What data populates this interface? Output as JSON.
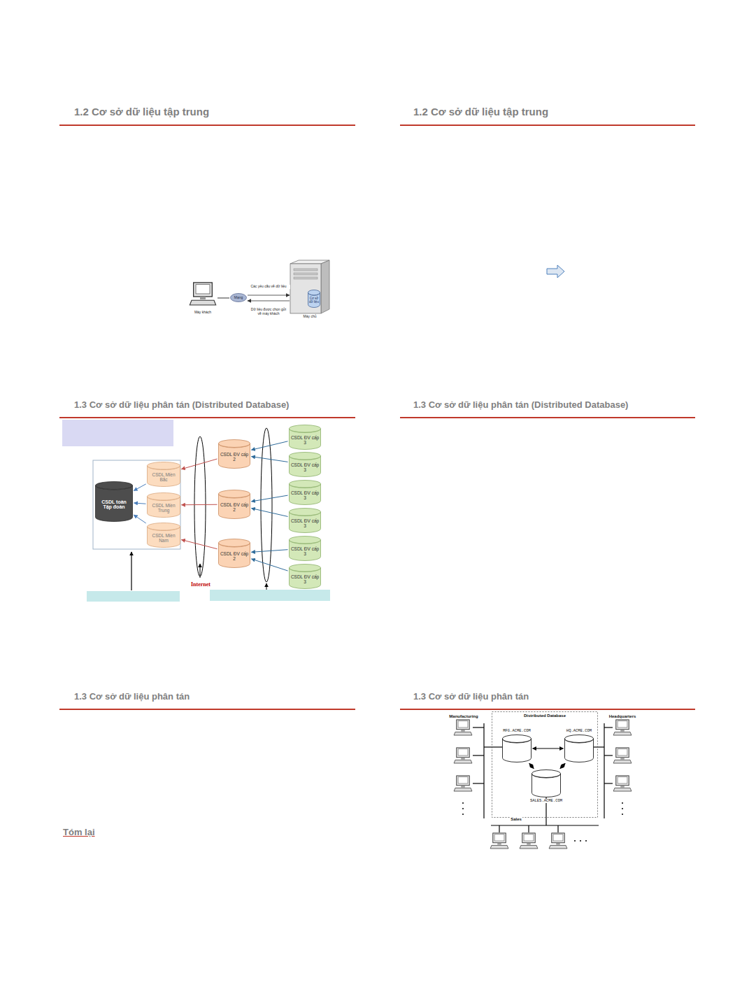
{
  "diagram": {
    "nodes": [
      {
        "text": [
          "Máy khách"
        ]
      },
      {
        "text": [
          "Mạng"
        ]
      },
      {
        "text": [
          "Máy chủ"
        ]
      },
      {
        "text": [
          "Cơ sở dữ liệu"
        ],
        "in": 2
      },
      {
        "text": [
          "CSDL toàn Tập đoàn"
        ]
      },
      {
        "text": [
          "CSDL Miền Bắc"
        ]
      },
      {
        "text": [
          "CSDL Miền Trung"
        ]
      },
      {
        "text": [
          "CSDL Miền Nam"
        ]
      },
      {
        "text": [
          "CSDL ĐV cấp 2"
        ]
      },
      {
        "text": [
          "CSDL ĐV cấp 2"
        ]
      },
      {
        "text": [
          "CSDL ĐV cấp 2"
        ]
      },
      {
        "text": [
          "CSDL ĐV cấp 3"
        ]
      },
      {
        "text": [
          "CSDL ĐV cấp 3"
        ]
      },
      {
        "text": [
          "CSDL ĐV cấp 3"
        ]
      },
      {
        "text": [
          "CSDL ĐV cấp 3"
        ]
      },
      {
        "text": [
          "CSDL ĐV cấp 3"
        ]
      },
      {
        "text": [
          "CSDL ĐV cấp 3"
        ]
      },
      {
        "text": [
          "Distributed Database"
        ]
      },
      {
        "text": [
          "MFG.ACME.COM"
        ],
        "in": 17
      },
      {
        "text": [
          "HQ.ACME.COM"
        ],
        "in": 17
      },
      {
        "text": [
          "SALES.ACME.COM"
        ],
        "in": 17
      }
    ],
    "edges": [
      {
        "from": 0,
        "to": 1,
        "arrow": "none"
      },
      {
        "from": 1,
        "to": 2,
        "arrow": "to",
        "label": "Các yêu cầu về dữ liệu"
      },
      {
        "from": 2,
        "to": 1,
        "arrow": "to",
        "label": "Dữ liệu được chọn gửi về máy khách"
      },
      {
        "from": 5,
        "to": 4,
        "arrow": "to"
      },
      {
        "from": 6,
        "to": 4,
        "arrow": "to"
      },
      {
        "from": 7,
        "to": 4,
        "arrow": "to"
      },
      {
        "from": 8,
        "to": 5,
        "arrow": "to"
      },
      {
        "from": 9,
        "to": 6,
        "arrow": "to"
      },
      {
        "from": 10,
        "to": 7,
        "arrow": "to"
      },
      {
        "from": 11,
        "to": 8,
        "arrow": "to"
      },
      {
        "from": 12,
        "to": 8,
        "arrow": "to"
      },
      {
        "from": 13,
        "to": 9,
        "arrow": "to"
      },
      {
        "from": 14,
        "to": 9,
        "arrow": "to"
      },
      {
        "from": 15,
        "to": 10,
        "arrow": "to"
      },
      {
        "from": 16,
        "to": 10,
        "arrow": "to"
      },
      {
        "from": 18,
        "to": 19,
        "arrow": "both"
      },
      {
        "from": 18,
        "to": 20,
        "arrow": "both"
      },
      {
        "from": 19,
        "to": 20,
        "arrow": "both"
      }
    ],
    "labels": [
      "1.2 Cơ sở dữ liệu tập trung",
      "1.2 Cơ sở dữ liệu tập trung",
      "1.3 Cơ sở dữ liệu phân tán (Distributed Database)",
      "1.3 Cơ sở dữ liệu phân tán (Distributed Database)",
      "Internet",
      "1.3 Cơ sở dữ liệu phân tán",
      "1.3 Cơ sở dữ liệu phân tán",
      "Tóm lại",
      "Manufacturing",
      "Headquarters",
      "Sales"
    ]
  }
}
